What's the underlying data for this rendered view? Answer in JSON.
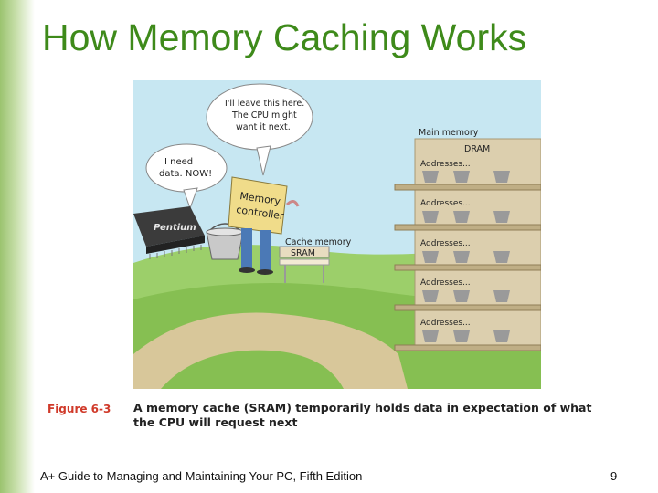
{
  "slide": {
    "title": "How Memory Caching Works",
    "footer": "A+ Guide to Managing and Maintaining Your PC, Fifth Edition",
    "page_number": "9"
  },
  "figure": {
    "label": "Figure 6-3",
    "caption": "A memory cache (SRAM) temporarily holds data in expectation of what the CPU will request next",
    "cpu_speech": [
      "I need",
      "data. NOW!"
    ],
    "controller_speech": [
      "I'll leave this here.",
      "The CPU might",
      "want it next."
    ],
    "cpu_chip_label": "Pentium",
    "controller_sign": [
      "Memory",
      "controller"
    ],
    "cache_label": "Cache memory",
    "sram_label": "SRAM",
    "main_memory_label": "Main memory",
    "dram_label": "DRAM",
    "shelf_labels": [
      "Addresses...",
      "Addresses...",
      "Addresses...",
      "Addresses...",
      "Addresses..."
    ]
  },
  "colors": {
    "title": "#3e8a1a",
    "figure_label": "#d03a2a",
    "sidebar": "#9bc36f"
  }
}
